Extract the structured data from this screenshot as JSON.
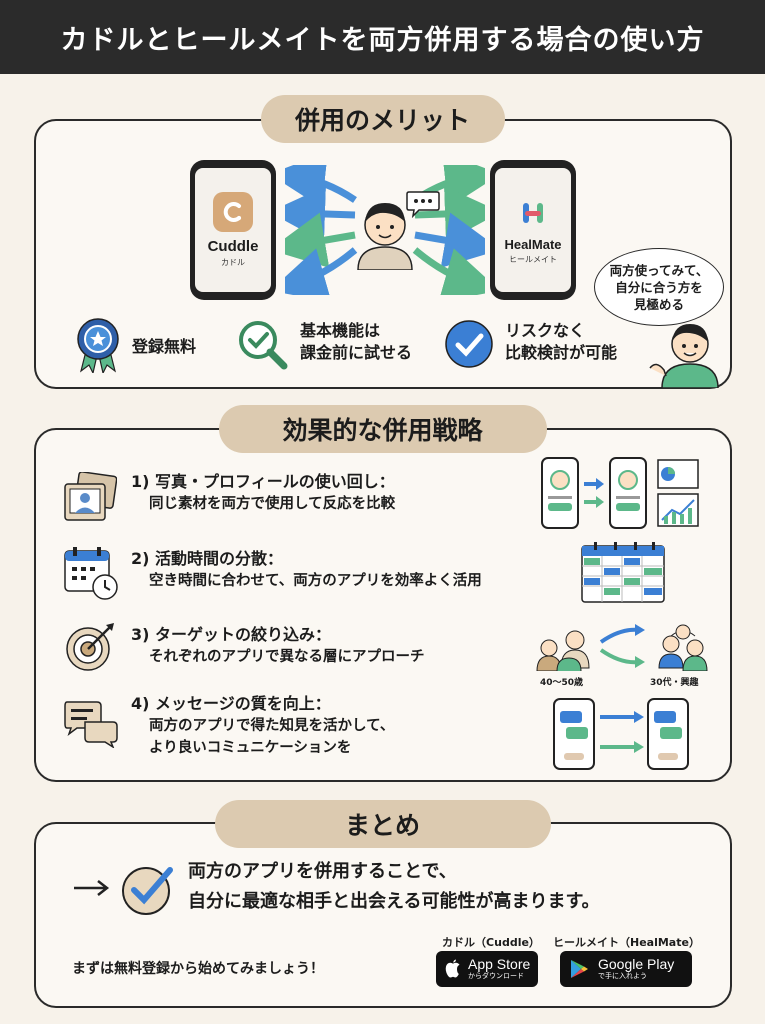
{
  "title": "カドルとヒールメイトを両方併用する場合の使い方",
  "merit": {
    "heading": "併用のメリット",
    "apps": [
      {
        "name": "Cuddle",
        "sub": "カドル"
      },
      {
        "name": "HealMate",
        "sub": "ヒールメイト"
      }
    ],
    "features": [
      {
        "text": "登録無料"
      },
      {
        "line1": "基本機能は",
        "line2": "課金前に試せる"
      },
      {
        "line1": "リスクなく",
        "line2": "比較検討が可能"
      }
    ],
    "bubble": [
      "両方使ってみて、",
      "自分に合う方を",
      "見極める"
    ]
  },
  "strategy": {
    "heading": "効果的な併用戦略",
    "items": [
      {
        "title": "1) 写真・プロフィールの使い回し：",
        "desc": [
          "同じ素材を両方で使用して反応を比較"
        ]
      },
      {
        "title": "2) 活動時間の分散：",
        "desc": [
          "空き時間に合わせて、両方のアプリを効率よく活用"
        ]
      },
      {
        "title": "3) ターゲットの絞り込み：",
        "desc": [
          "それぞれのアプリで異なる層にアプローチ"
        ]
      },
      {
        "title": "4) メッセージの質を向上：",
        "desc": [
          "両方のアプリで得た知見を活かして、",
          "より良いコミュニケーションを"
        ]
      }
    ],
    "age_labels": [
      "40〜50歳",
      "30代・興趣"
    ]
  },
  "summary": {
    "heading": "まとめ",
    "lines": [
      "両方のアプリを併用することで、",
      "自分に最適な相手と出会える可能性が高まります。"
    ],
    "cta": "まずは無料登録から始めてみましょう！",
    "stores": [
      {
        "label": "カドル（Cuddle）",
        "badge": "App Store",
        "badge_sub": "からダウンロード"
      },
      {
        "label": "ヒールメイト（HealMate）",
        "badge": "Google Play",
        "badge_sub": "で手に入れよう"
      }
    ]
  },
  "colors": {
    "header": "#2b2b2b",
    "pill": "#dccab0",
    "blue": "#4a90d9",
    "green": "#5cb88a",
    "accent_blue": "#3b7fd4"
  }
}
